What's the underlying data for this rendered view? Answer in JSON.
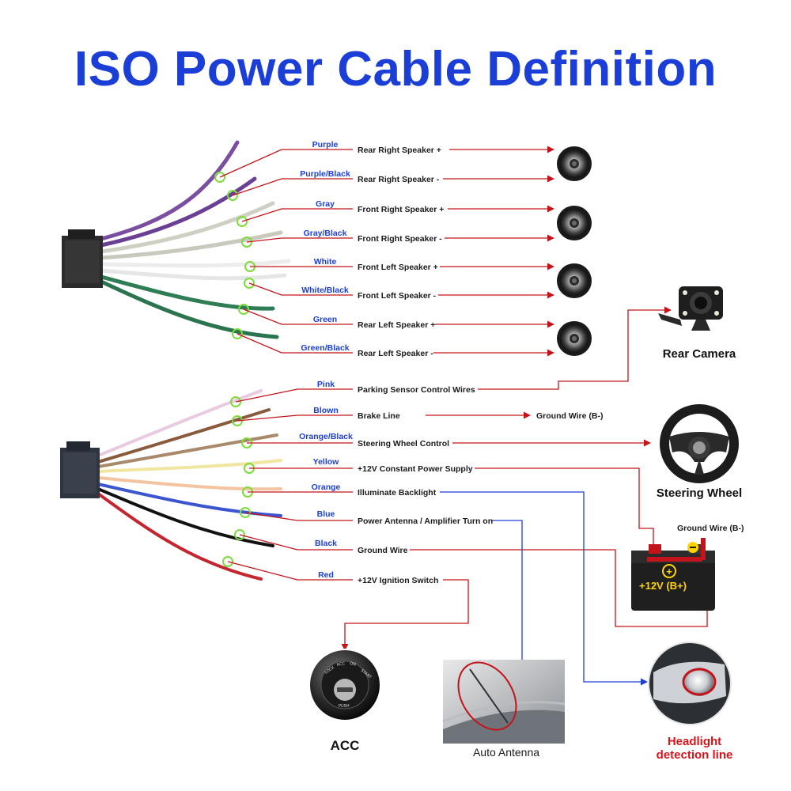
{
  "title": "ISO Power Cable Definition",
  "colors": {
    "title": "#1b3fd6",
    "red_line": "#c4141b",
    "blue_line": "#1b3fd6",
    "ring": "#7ddc3c"
  },
  "top_connections": [
    {
      "wire": "Purple",
      "function": "Rear Right Speaker +"
    },
    {
      "wire": "Purple/Black",
      "function": "Rear Right Speaker -"
    },
    {
      "wire": "Gray",
      "function": "Front Right Speaker +"
    },
    {
      "wire": "Gray/Black",
      "function": "Front Right Speaker -"
    },
    {
      "wire": "White",
      "function": "Front Left Speaker +"
    },
    {
      "wire": "White/Black",
      "function": "Front Left Speaker -"
    },
    {
      "wire": "Green",
      "function": "Rear Left Speaker +"
    },
    {
      "wire": "Green/Black",
      "function": "Rear Left Speaker -"
    }
  ],
  "bottom_connections": [
    {
      "wire": "Pink",
      "function": "Parking Sensor Control Wires"
    },
    {
      "wire": "Blown",
      "function": "Brake Line"
    },
    {
      "wire": "Orange/Black",
      "function": "Steering Wheel Control"
    },
    {
      "wire": "Yellow",
      "function": "+12V Constant Power Supply"
    },
    {
      "wire": "Orange",
      "function": "Illuminate Backlight"
    },
    {
      "wire": "Blue",
      "function": "Power Antenna / Amplifier Turn on"
    },
    {
      "wire": "Black",
      "function": "Ground Wire"
    },
    {
      "wire": "Red",
      "function": "+12V  Ignition Switch"
    }
  ],
  "devices": {
    "rear_camera": "Rear Camera",
    "ground_brake": "Ground Wire (B-)",
    "steering_wheel": "Steering Wheel",
    "ground_battery": "Ground Wire (B-)",
    "battery_plus": "+12V  (B+)",
    "acc": "ACC",
    "auto_antenna": "Auto Antenna",
    "headlight_line1": "Headlight",
    "headlight_line2": "detection line"
  },
  "icons": [
    "speaker-icon",
    "rear-camera-icon",
    "steering-wheel-icon",
    "battery-icon",
    "ignition-switch-icon",
    "antenna-icon",
    "headlight-icon",
    "iso-connector-icon"
  ]
}
